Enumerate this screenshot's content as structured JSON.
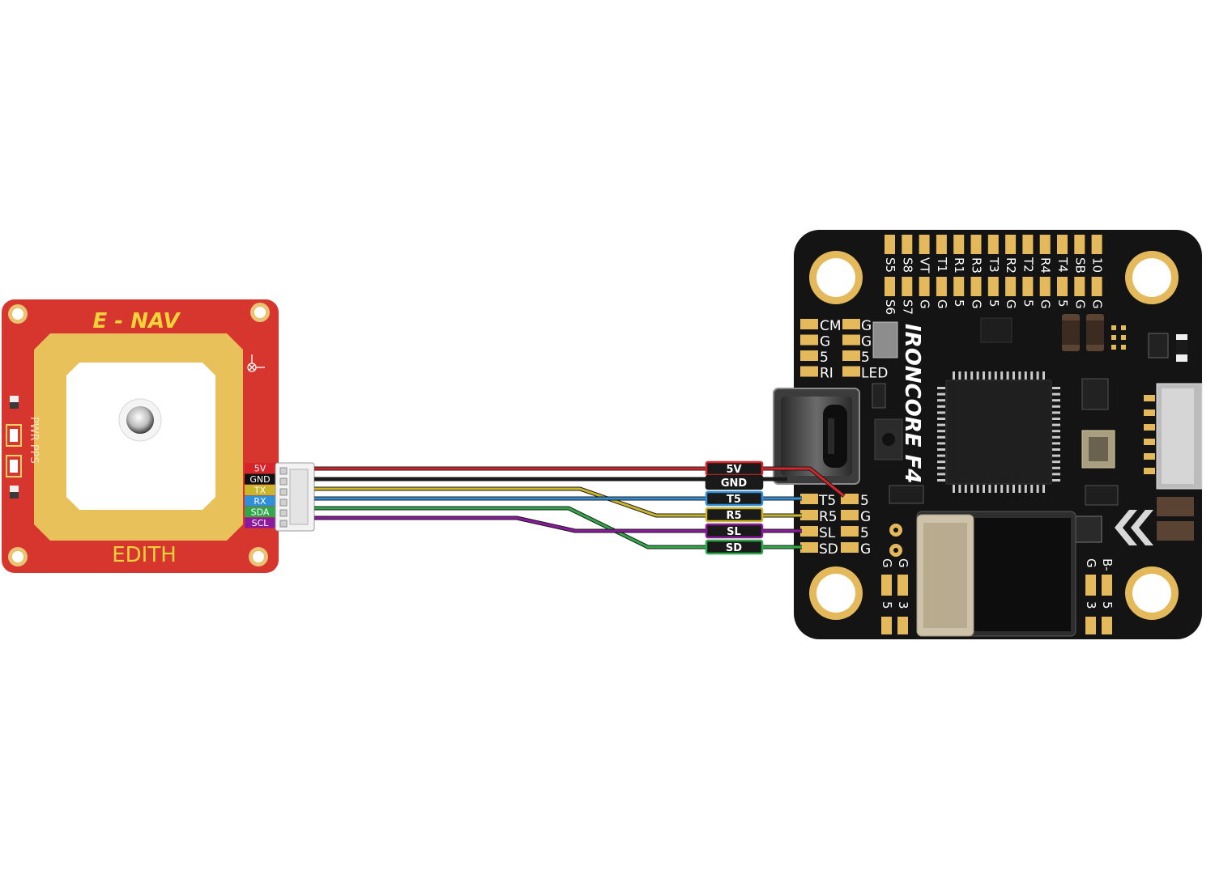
{
  "colors": {
    "gps_board": "#d7362e",
    "antenna_gold": "#e8c15a",
    "fc_board": "#141414",
    "pad_gold": "#e3b95b",
    "wire_5v": "#d6242a",
    "wire_gnd": "#1a1a1a",
    "wire_tx": "#c9b62a",
    "wire_rx": "#2f8fd8",
    "wire_sda": "#2fa84a",
    "wire_scl": "#8a1a9b"
  },
  "gps_module": {
    "brand": "E - NAV",
    "name": "EDITH",
    "leds": "PWR PPS",
    "connector_labels": [
      {
        "text": "5V",
        "color": "#d6242a"
      },
      {
        "text": "GND",
        "color": "#111111"
      },
      {
        "text": "TX",
        "color": "#c9b62a"
      },
      {
        "text": "RX",
        "color": "#2f8fd8"
      },
      {
        "text": "SDA",
        "color": "#2fa84a"
      },
      {
        "text": "SCL",
        "color": "#8a1a9b"
      }
    ]
  },
  "flight_controller": {
    "name": "IRONCORE F4",
    "top_pads_row1": [
      "S5",
      "S8",
      "VT",
      "T1",
      "R1",
      "R3",
      "T3",
      "R2",
      "T2",
      "R4",
      "T4",
      "SB",
      "10"
    ],
    "top_pads_row2": [
      "S6",
      "S7",
      "G",
      "G",
      "5",
      "G",
      "5",
      "G",
      "5",
      "G",
      "5",
      "G",
      "G"
    ],
    "left_pads": [
      "CM",
      "G",
      "5",
      "RI"
    ],
    "left_pads2": [
      "G",
      "G",
      "5",
      "LED"
    ],
    "uart_pads": [
      "T5",
      "R5",
      "SL",
      "SD"
    ],
    "uart_pads2": [
      "5",
      "G",
      "5",
      "G"
    ],
    "bottom_left": [
      "G",
      "G",
      "5",
      "3"
    ],
    "bottom_right": [
      "G",
      "B-",
      "3",
      "5"
    ]
  },
  "wire_tags": [
    {
      "text": "5V",
      "color": "#d6242a"
    },
    {
      "text": "GND",
      "color": "#1a1a1a"
    },
    {
      "text": "T5",
      "color": "#2f8fd8"
    },
    {
      "text": "R5",
      "color": "#c9b62a"
    },
    {
      "text": "SL",
      "color": "#8a1a9b"
    },
    {
      "text": "SD",
      "color": "#2fa84a"
    }
  ]
}
